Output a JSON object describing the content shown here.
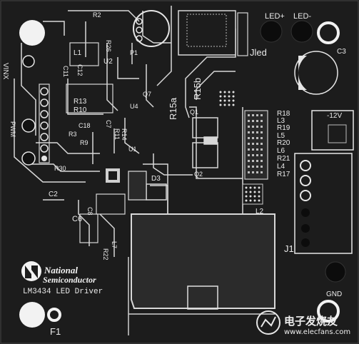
{
  "board": {
    "title": "LM3434 LED Driver",
    "brand_line1": "National",
    "brand_line2": "Semiconductor",
    "watermark_cn": "电子发烧友",
    "watermark_url": "www.elecfans.com"
  },
  "labels": {
    "led_plus": "LED+",
    "led_minus": "LED-",
    "c3": "C3",
    "jled": "Jled",
    "vinx": "VINX",
    "minus12v": "-12V",
    "j1": "J1",
    "gnd": "GND",
    "f1": "F1",
    "l2": "L2",
    "d3": "D3",
    "q1": "Q1",
    "q2": "Q2",
    "q7": "Q7",
    "c6": "C6",
    "c8": "C8",
    "c2": "C2",
    "r30": "R30",
    "r22": "R22",
    "l7": "L7",
    "r13": "R13",
    "r10": "R10",
    "l1": "L1",
    "c11": "C11",
    "c12": "C12",
    "u2": "U2",
    "r26": "R26",
    "p1": "P1",
    "r2": "R2",
    "r15b": "R15b",
    "r15a": "R15a",
    "r18": "R18",
    "l3": "L3",
    "r19": "R19",
    "l5": "L5",
    "r20": "R20",
    "l6": "L6",
    "r21": "R21",
    "l4": "L4",
    "r17": "R17",
    "c18": "C18",
    "r3": "R3",
    "r9": "R9",
    "c7": "C7",
    "u1": "U1",
    "r11": "R11",
    "r14": "R14",
    "u4": "U4",
    "pwm": "PWM"
  },
  "colors": {
    "board": "#1c1c1c",
    "copper": "#2a2a2a",
    "silk": "#e8e8e8",
    "trace": "#d8d8d8"
  }
}
